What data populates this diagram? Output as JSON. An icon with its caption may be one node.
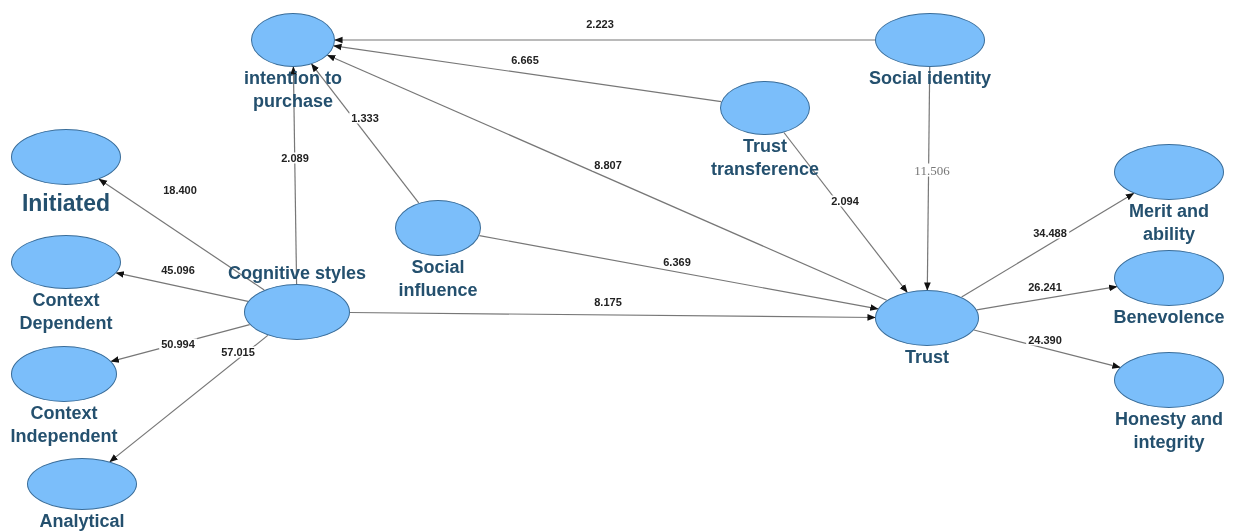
{
  "diagram": {
    "nodes": [
      {
        "text": [
          "intention to purchase"
        ]
      },
      {
        "text": [
          "Social identity"
        ]
      },
      {
        "text": [
          "Trust transference"
        ]
      },
      {
        "text": [
          "Initiated"
        ]
      },
      {
        "text": [
          "Context Dependent"
        ]
      },
      {
        "text": [
          "Cognitive styles"
        ]
      },
      {
        "text": [
          "Social influence"
        ]
      },
      {
        "text": [
          "Context Independent"
        ]
      },
      {
        "text": [
          "Analytical"
        ]
      },
      {
        "text": [
          "Trust"
        ]
      },
      {
        "text": [
          "Merit and ability"
        ]
      },
      {
        "text": [
          "Benevolence"
        ]
      },
      {
        "text": [
          "Honesty and integrity"
        ]
      }
    ],
    "edges": [
      {
        "from": 1,
        "to": 0,
        "arrow": "to",
        "label": "2.223"
      },
      {
        "from": 2,
        "to": 0,
        "arrow": "to",
        "label": "6.665"
      },
      {
        "from": 5,
        "to": 0,
        "arrow": "to",
        "label": "2.089"
      },
      {
        "from": 6,
        "to": 0,
        "arrow": "to",
        "label": "1.333"
      },
      {
        "from": 9,
        "to": 0,
        "arrow": "to",
        "label": "8.807"
      },
      {
        "from": 1,
        "to": 9,
        "arrow": "to",
        "label": "11.506"
      },
      {
        "from": 2,
        "to": 9,
        "arrow": "to",
        "label": "2.094"
      },
      {
        "from": 6,
        "to": 9,
        "arrow": "to",
        "label": "6.369"
      },
      {
        "from": 5,
        "to": 9,
        "arrow": "to",
        "label": "8.175"
      },
      {
        "from": 5,
        "to": 3,
        "arrow": "to",
        "label": "18.400"
      },
      {
        "from": 5,
        "to": 4,
        "arrow": "to",
        "label": "45.096"
      },
      {
        "from": 5,
        "to": 7,
        "arrow": "to",
        "label": "50.994"
      },
      {
        "from": 5,
        "to": 8,
        "arrow": "to",
        "label": "57.015"
      },
      {
        "from": 9,
        "to": 10,
        "arrow": "to",
        "label": "34.488"
      },
      {
        "from": 9,
        "to": 11,
        "arrow": "to",
        "label": "26.241"
      },
      {
        "from": 9,
        "to": 12,
        "arrow": "to",
        "label": "24.390"
      }
    ]
  }
}
